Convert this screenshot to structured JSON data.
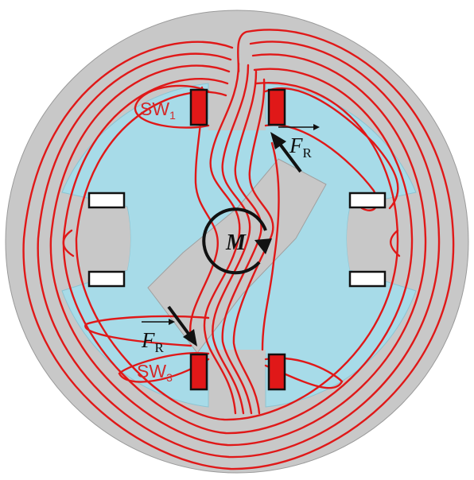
{
  "diagram": {
    "labels": {
      "sw1_main": "SW",
      "sw1_sub": "1",
      "sw3_main": "SW",
      "sw3_sub": "3",
      "force_top_main": "F",
      "force_top_sub": "R",
      "force_bottom_main": "F",
      "force_bottom_sub": "R",
      "moment": "M"
    },
    "colors": {
      "background": "#ffffff",
      "stator": "#c8c8c8",
      "air_gap": "#a7dbe8",
      "rotor": "#c8c8c8",
      "field_lines": "#e01818",
      "coil_red": "#e01818",
      "coil_white": "#ffffff",
      "outline": "#111111"
    }
  }
}
